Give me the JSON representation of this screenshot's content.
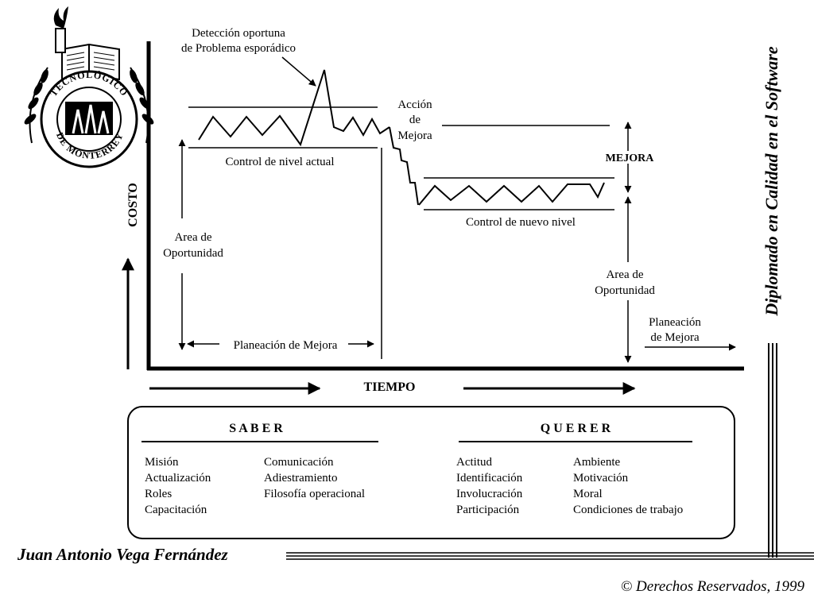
{
  "logo": {
    "ring_top": "TECNOLÓGICO",
    "ring_bottom": "DE MONTERREY"
  },
  "annotations": {
    "deteccion_l1": "Detección oportuna",
    "deteccion_l2": "de Problema esporádico",
    "control_actual": "Control de nivel actual",
    "accion_l1": "Acción",
    "accion_l2": "de",
    "accion_l3": "Mejora",
    "mejora": "MEJORA",
    "control_nuevo": "Control de nuevo nivel",
    "area_left_l1": "Area de",
    "area_left_l2": "Oportunidad",
    "area_right_l1": "Area de",
    "area_right_l2": "Oportunidad",
    "planeacion_left": "Planeación de Mejora",
    "planeacion_right_l1": "Planeación",
    "planeacion_right_l2": "de Mejora"
  },
  "axes": {
    "y_label": "COSTO",
    "x_label": "TIEMPO"
  },
  "side_title": "Diplomado en Calidad en el Software",
  "box": {
    "saber": {
      "title": "S A B E R",
      "col1": [
        "Misión",
        "Actualización",
        "Roles",
        "Capacitación"
      ],
      "col2": [
        "Comunicación",
        "Adiestramiento",
        "Filosofía operacional"
      ]
    },
    "querer": {
      "title": "Q U E R E R",
      "col1": [
        "Actitud",
        "Identificación",
        "Involucración",
        "Participación"
      ],
      "col2": [
        "Ambiente",
        "Motivación",
        "Moral",
        "Condiciones de trabajo"
      ]
    }
  },
  "author": "Juan Antonio Vega Fernández",
  "copyright": "©  Derechos Reservados, 1999"
}
